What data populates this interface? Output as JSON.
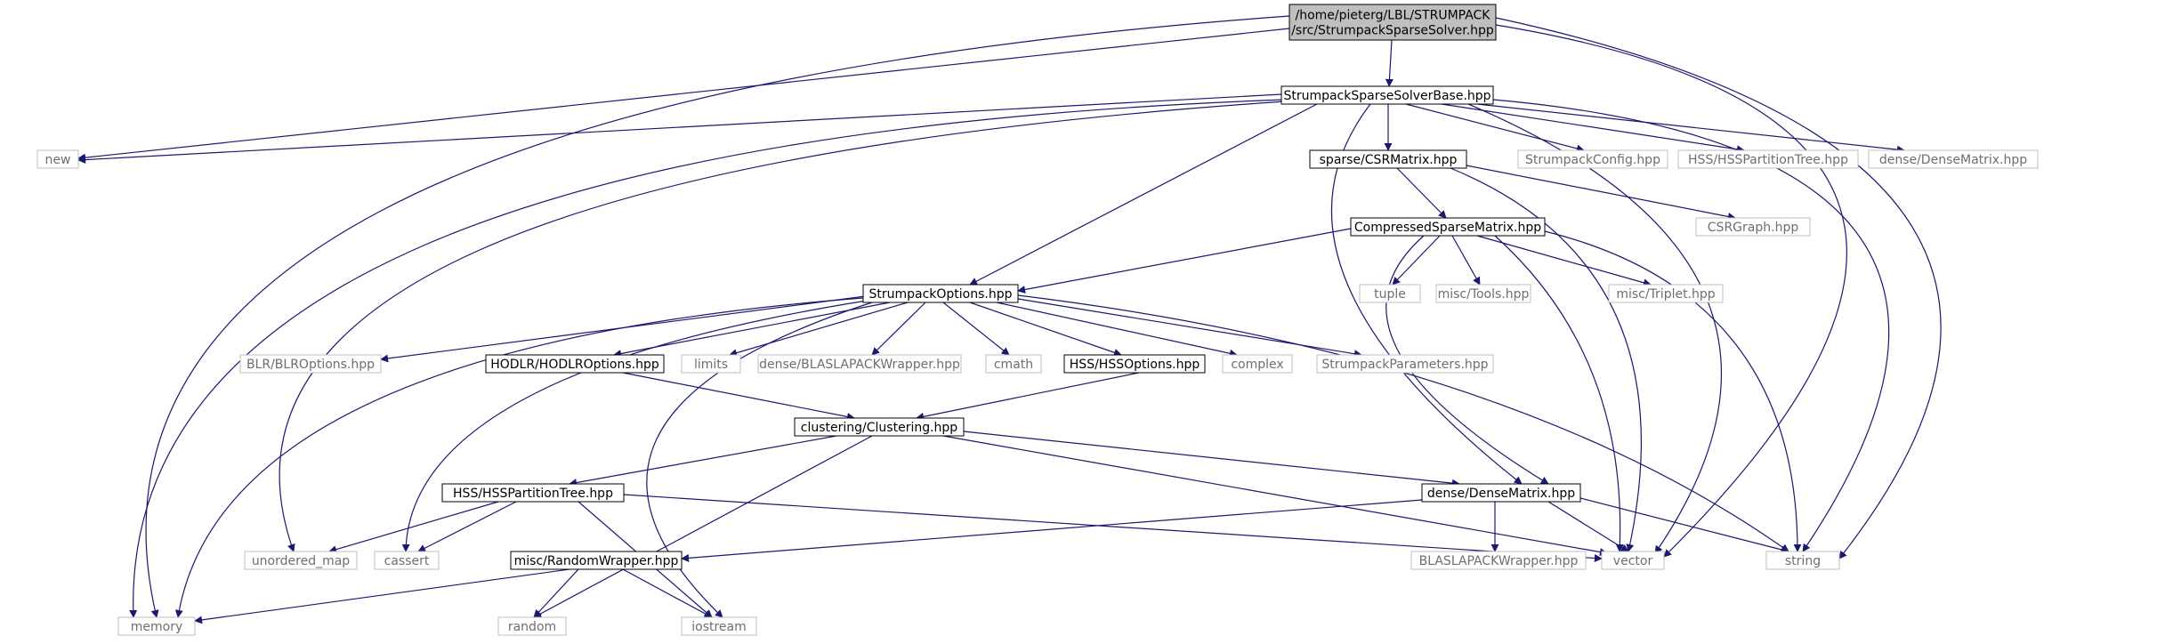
{
  "colors": {
    "root_fill": "#bfbfbf",
    "internal_fill": "#ffffff",
    "external_fill": "#ffffff",
    "internal_border": "#000000",
    "external_border": "#bfbfbf",
    "edge": "#191970"
  },
  "nodes": [
    {
      "id": "root",
      "kind": "root",
      "label_lines": [
        "/home/pieterg/LBL/STRUMPACK",
        "/src/StrumpackSparseSolver.hpp"
      ]
    },
    {
      "id": "base",
      "kind": "internal",
      "label_lines": [
        "StrumpackSparseSolverBase.hpp"
      ]
    },
    {
      "id": "new",
      "kind": "external",
      "label_lines": [
        "new"
      ]
    },
    {
      "id": "csr",
      "kind": "internal",
      "label_lines": [
        "sparse/CSRMatrix.hpp"
      ]
    },
    {
      "id": "config",
      "kind": "external",
      "label_lines": [
        "StrumpackConfig.hpp"
      ]
    },
    {
      "id": "hsspt_ext",
      "kind": "external",
      "label_lines": [
        "HSS/HSSPartitionTree.hpp"
      ]
    },
    {
      "id": "densem_ext",
      "kind": "external",
      "label_lines": [
        "dense/DenseMatrix.hpp"
      ]
    },
    {
      "id": "csrgraph",
      "kind": "external",
      "label_lines": [
        "CSRGraph.hpp"
      ]
    },
    {
      "id": "csm",
      "kind": "internal",
      "label_lines": [
        "CompressedSparseMatrix.hpp"
      ]
    },
    {
      "id": "opts",
      "kind": "internal",
      "label_lines": [
        "StrumpackOptions.hpp"
      ]
    },
    {
      "id": "tuple",
      "kind": "external",
      "label_lines": [
        "tuple"
      ]
    },
    {
      "id": "tools",
      "kind": "external",
      "label_lines": [
        "misc/Tools.hpp"
      ]
    },
    {
      "id": "triplet",
      "kind": "external",
      "label_lines": [
        "misc/Triplet.hpp"
      ]
    },
    {
      "id": "blr",
      "kind": "external",
      "label_lines": [
        "BLR/BLROptions.hpp"
      ]
    },
    {
      "id": "hodlr",
      "kind": "internal",
      "label_lines": [
        "HODLR/HODLROptions.hpp"
      ]
    },
    {
      "id": "limits",
      "kind": "external",
      "label_lines": [
        "limits"
      ]
    },
    {
      "id": "blaswrap_dense",
      "kind": "external",
      "label_lines": [
        "dense/BLASLAPACKWrapper.hpp"
      ]
    },
    {
      "id": "cmath",
      "kind": "external",
      "label_lines": [
        "cmath"
      ]
    },
    {
      "id": "hssopts",
      "kind": "internal",
      "label_lines": [
        "HSS/HSSOptions.hpp"
      ]
    },
    {
      "id": "complex",
      "kind": "external",
      "label_lines": [
        "complex"
      ]
    },
    {
      "id": "params",
      "kind": "external",
      "label_lines": [
        "StrumpackParameters.hpp"
      ]
    },
    {
      "id": "clustering",
      "kind": "internal",
      "label_lines": [
        "clustering/Clustering.hpp"
      ]
    },
    {
      "id": "hsspt",
      "kind": "internal",
      "label_lines": [
        "HSS/HSSPartitionTree.hpp"
      ]
    },
    {
      "id": "densem",
      "kind": "internal",
      "label_lines": [
        "dense/DenseMatrix.hpp"
      ]
    },
    {
      "id": "umap",
      "kind": "external",
      "label_lines": [
        "unordered_map"
      ]
    },
    {
      "id": "cassert",
      "kind": "external",
      "label_lines": [
        "cassert"
      ]
    },
    {
      "id": "randwrap",
      "kind": "internal",
      "label_lines": [
        "misc/RandomWrapper.hpp"
      ]
    },
    {
      "id": "blaswrap",
      "kind": "external",
      "label_lines": [
        "BLASLAPACKWrapper.hpp"
      ]
    },
    {
      "id": "vector",
      "kind": "external",
      "label_lines": [
        "vector"
      ]
    },
    {
      "id": "string",
      "kind": "external",
      "label_lines": [
        "string"
      ]
    },
    {
      "id": "memory",
      "kind": "external",
      "label_lines": [
        "memory"
      ]
    },
    {
      "id": "random",
      "kind": "external",
      "label_lines": [
        "random"
      ]
    },
    {
      "id": "iostream",
      "kind": "external",
      "label_lines": [
        "iostream"
      ]
    }
  ],
  "edges": [
    {
      "from": "root",
      "to": "base"
    },
    {
      "from": "root",
      "to": "new"
    },
    {
      "from": "root",
      "to": "memory"
    },
    {
      "from": "root",
      "to": "vector"
    },
    {
      "from": "root",
      "to": "string"
    },
    {
      "from": "base",
      "to": "new"
    },
    {
      "from": "base",
      "to": "csr"
    },
    {
      "from": "base",
      "to": "config"
    },
    {
      "from": "base",
      "to": "hsspt_ext"
    },
    {
      "from": "base",
      "to": "densem_ext"
    },
    {
      "from": "base",
      "to": "opts"
    },
    {
      "from": "base",
      "to": "memory"
    },
    {
      "from": "base",
      "to": "umap"
    },
    {
      "from": "base",
      "to": "vector"
    },
    {
      "from": "base",
      "to": "string"
    },
    {
      "from": "base",
      "to": "densem"
    },
    {
      "from": "csr",
      "to": "csm"
    },
    {
      "from": "csr",
      "to": "csrgraph"
    },
    {
      "from": "csr",
      "to": "vector"
    },
    {
      "from": "csm",
      "to": "opts"
    },
    {
      "from": "csm",
      "to": "tuple"
    },
    {
      "from": "csm",
      "to": "tools"
    },
    {
      "from": "csm",
      "to": "triplet"
    },
    {
      "from": "csm",
      "to": "vector"
    },
    {
      "from": "csm",
      "to": "string"
    },
    {
      "from": "csm",
      "to": "densem"
    },
    {
      "from": "opts",
      "to": "blr"
    },
    {
      "from": "opts",
      "to": "hodlr"
    },
    {
      "from": "opts",
      "to": "limits"
    },
    {
      "from": "opts",
      "to": "blaswrap_dense"
    },
    {
      "from": "opts",
      "to": "cmath"
    },
    {
      "from": "opts",
      "to": "hssopts"
    },
    {
      "from": "opts",
      "to": "complex"
    },
    {
      "from": "opts",
      "to": "params"
    },
    {
      "from": "opts",
      "to": "memory"
    },
    {
      "from": "opts",
      "to": "cassert"
    },
    {
      "from": "opts",
      "to": "iostream"
    },
    {
      "from": "opts",
      "to": "string"
    },
    {
      "from": "hodlr",
      "to": "clustering"
    },
    {
      "from": "hssopts",
      "to": "clustering"
    },
    {
      "from": "clustering",
      "to": "hsspt"
    },
    {
      "from": "clustering",
      "to": "densem"
    },
    {
      "from": "clustering",
      "to": "random"
    },
    {
      "from": "clustering",
      "to": "vector"
    },
    {
      "from": "hsspt",
      "to": "umap"
    },
    {
      "from": "hsspt",
      "to": "cassert"
    },
    {
      "from": "hsspt",
      "to": "iostream"
    },
    {
      "from": "hsspt",
      "to": "vector"
    },
    {
      "from": "densem",
      "to": "randwrap"
    },
    {
      "from": "densem",
      "to": "blaswrap"
    },
    {
      "from": "densem",
      "to": "vector"
    },
    {
      "from": "densem",
      "to": "string"
    },
    {
      "from": "randwrap",
      "to": "memory"
    },
    {
      "from": "randwrap",
      "to": "random"
    },
    {
      "from": "randwrap",
      "to": "iostream"
    }
  ]
}
